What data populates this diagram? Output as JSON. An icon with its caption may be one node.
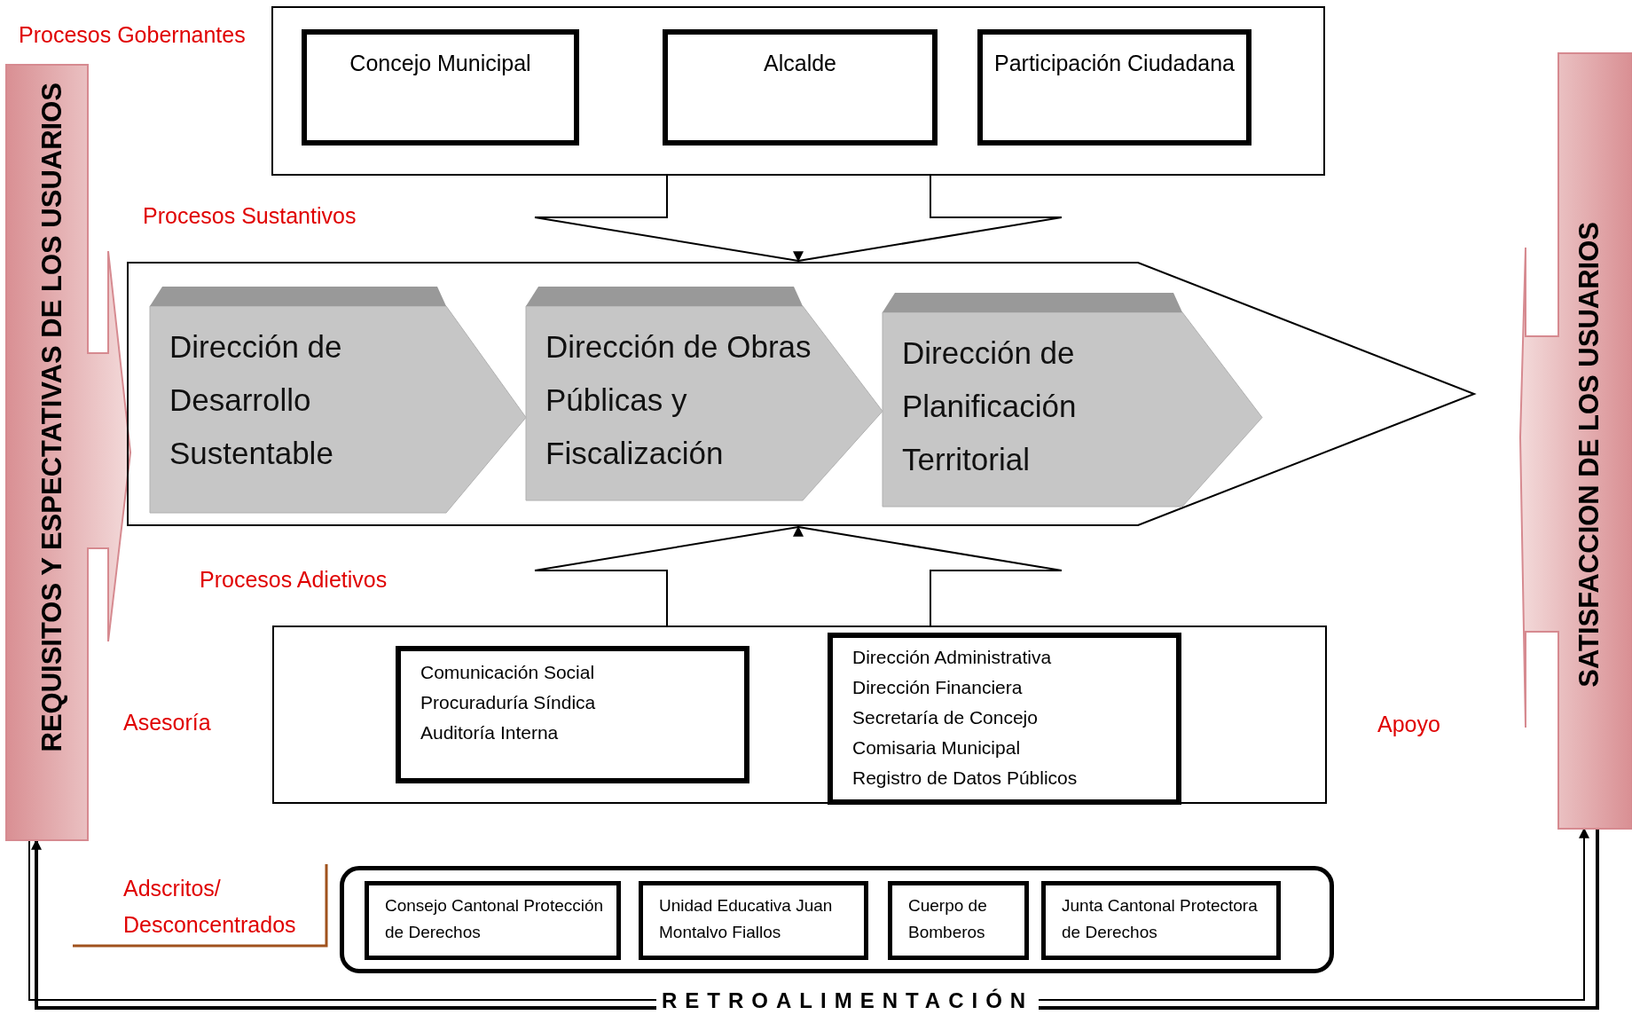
{
  "diagram": {
    "nodes": [
      {
        "text": [
          "REQUISITOS Y ESPECTATIVAS DE LOS USUARIOS"
        ]
      },
      {
        "text": [],
        "shape": "box"
      },
      {
        "text": [
          "Concejo Municipal"
        ],
        "in": 1
      },
      {
        "text": [
          "Alcalde"
        ],
        "in": 1
      },
      {
        "text": [
          "Participación Ciudadana"
        ],
        "in": 1
      },
      {
        "text": [],
        "shape": "arrow"
      },
      {
        "text": [
          "Dirección de Desarrollo Sustentable"
        ],
        "in": 5
      },
      {
        "text": [
          "Dirección de Obras Públicas y Fiscalización"
        ],
        "in": 5
      },
      {
        "text": [
          "Dirección de Planificación Territorial"
        ],
        "in": 5
      },
      {
        "text": [],
        "shape": "box"
      },
      {
        "text": [
          "Comunicación Social",
          "Procuraduría Síndica",
          "Auditoría Interna"
        ],
        "in": 9
      },
      {
        "text": [
          "Dirección Administrativa",
          "Dirección Financiera",
          "Secretaría de Concejo",
          "Comisaria Municipal",
          "Registro de Datos Públicos"
        ],
        "in": 9
      },
      {
        "text": [
          "SATISFACCION DE LOS USUARIOS"
        ]
      },
      {
        "text": [],
        "shape": "box"
      },
      {
        "text": [
          "Consejo Cantonal Protección de Derechos"
        ],
        "in": 13
      },
      {
        "text": [
          "Unidad Educativa Juan Montalvo Fiallos"
        ],
        "in": 13
      },
      {
        "text": [
          "Cuerpo de Bomberos"
        ],
        "in": 13
      },
      {
        "text": [
          "Junta Cantonal Protectora de Derechos"
        ],
        "in": 13
      }
    ],
    "edges": [
      {
        "from": 1,
        "to": 5,
        "arrow": "to"
      },
      {
        "from": 9,
        "to": 5,
        "arrow": "to"
      },
      {
        "from": 12,
        "to": 0,
        "arrow": "to",
        "label": "RETROALIMENTACIÓN"
      },
      {
        "from": 0,
        "to": 12,
        "arrow": "to"
      }
    ],
    "labels": [
      "Procesos Gobernantes",
      "Procesos Sustantivos",
      "Procesos Adietivos",
      "Asesoría",
      "Apoyo",
      "Adscritos/ Desconcentrados"
    ]
  }
}
